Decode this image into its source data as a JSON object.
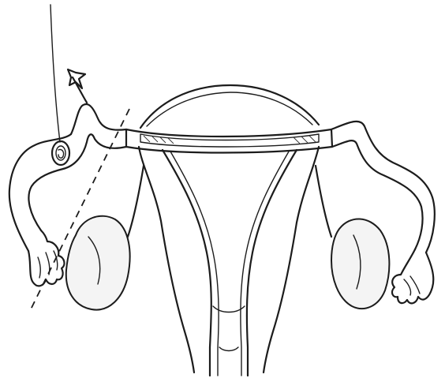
{
  "figure": {
    "subject": "uterus-with-tubes-and-ovaries",
    "annotation_marks": [
      "suture-line",
      "pull-arrow",
      "cut-line",
      "tubal-lesion"
    ],
    "colors": {
      "ink": "#1c1c1c",
      "background": "#ffffff"
    }
  }
}
